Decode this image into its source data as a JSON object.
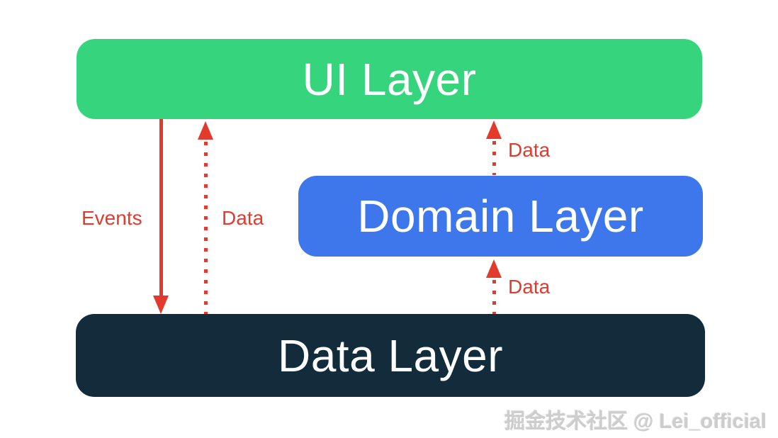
{
  "diagram": {
    "boxes": [
      {
        "id": "ui",
        "label": "UI Layer",
        "fill": "#36d47c",
        "text_color": "#ffffff"
      },
      {
        "id": "domain",
        "label": "Domain Layer",
        "fill": "#3e76ec",
        "text_color": "#ffffff"
      },
      {
        "id": "data",
        "label": "Data Layer",
        "fill": "#122c3c",
        "text_color": "#ffffff"
      }
    ],
    "arrows": [
      {
        "id": "events",
        "label": "Events",
        "style": "solid",
        "direction": "down",
        "from": "UI Layer",
        "to": "Data Layer"
      },
      {
        "id": "data-left",
        "label": "Data",
        "style": "dotted",
        "direction": "up",
        "from": "Data Layer",
        "to": "UI Layer"
      },
      {
        "id": "data-domain-ui",
        "label": "Data",
        "style": "dotted",
        "direction": "up",
        "from": "Domain Layer",
        "to": "UI Layer"
      },
      {
        "id": "data-data-domain",
        "label": "Data",
        "style": "dotted",
        "direction": "up",
        "from": "Data Layer",
        "to": "Domain Layer"
      }
    ],
    "arrow_color": "#e23b2e",
    "background": "#ffffff",
    "watermark": "掘金技术社区 @ Lei_official"
  }
}
